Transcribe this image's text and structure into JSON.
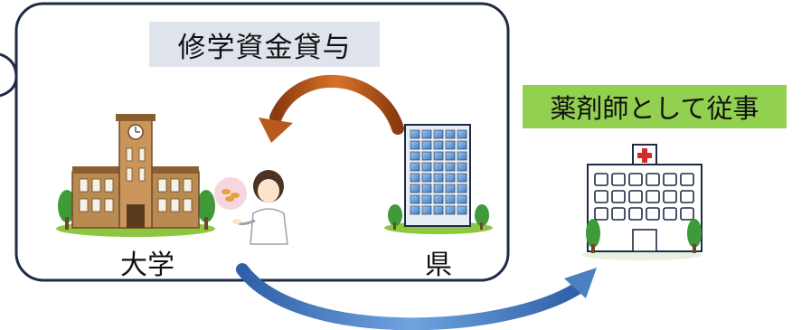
{
  "title": "修学資金貸与",
  "pharmacist_label": "薬剤師として従事",
  "university_label": "大学",
  "prefecture_label": "県",
  "colors": {
    "frame": "#1f2a44",
    "title_bg": "#dfe4ec",
    "pharm_bg": "#92d050",
    "loan_arrow": "#b85a1c",
    "flow_arrow": "#4a7fc0"
  },
  "icons": {
    "university": "university-building-icon",
    "pharmacist": "pharmacist-woman-icon",
    "prefecture": "prefectural-office-building-icon",
    "hospital": "hospital-building-icon"
  }
}
